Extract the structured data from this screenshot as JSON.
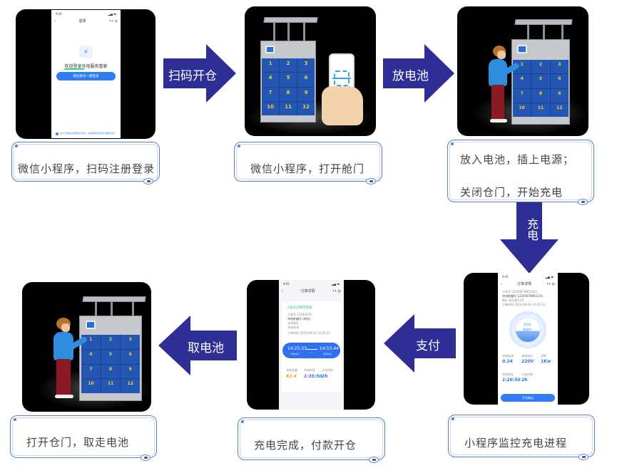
{
  "steps": [
    {
      "caption_lines": [
        "微信小程序，扫码注册登录"
      ],
      "screen": {
        "status_time": "9:41",
        "nav_title": "登录",
        "welcome_text": "欢迎登录充电服务管家",
        "login_button": "微信账号一键登录",
        "agreement_text": "本人已阅读并同意用户协议 《充电服务管家用户服务协议》"
      }
    },
    {
      "caption_lines": [
        "微信小程序，打开舱门"
      ],
      "cabinet_doors": [
        "1",
        "2",
        "3",
        "4",
        "5",
        "6",
        "7",
        "8",
        "9",
        "10",
        "11",
        "12"
      ]
    },
    {
      "caption_lines": [
        "放入电池，插上电源；",
        "关闭仓门，开始充电"
      ],
      "cabinet_doors": [
        "1",
        "2",
        "3",
        "4",
        "5",
        "6",
        "7",
        "8",
        "9",
        "10",
        "11",
        "12"
      ]
    },
    {
      "caption_lines": [
        "小程序监控充电进程"
      ],
      "screen": {
        "status_time": "9:41",
        "nav_title": "订单详情",
        "info_lines": [
          "订单号 12345678901234",
          "充电桩编号 12345678901234",
          "地址 欢乐颂21号",
          "订单时间 2022-08-24 14:25:33"
        ],
        "gauge_line1": "2号仓",
        "gauge_line2": "充电中",
        "stats": [
          {
            "label": "充电电流",
            "value": "0.24"
          },
          {
            "label": "充电电压",
            "value": "220V"
          },
          {
            "label": "功率",
            "value": "1Kw"
          },
          {
            "label": "充电时长",
            "value": "1:26:50"
          },
          {
            "label": "占仓时间",
            "value": "2h"
          }
        ],
        "action_button": "开仓取出"
      }
    },
    {
      "caption_lines": [
        "充电完成，付款开仓"
      ],
      "screen": {
        "status_time": "9:41",
        "nav_title": "订单详情",
        "status_title": "1号仓订单已完成",
        "info_lines": [
          "订单号 12345678",
          "充电桩编号 (地址)",
          "充电电压",
          "充电电流",
          "订单时间 2022-08-24 14:25:33"
        ],
        "start_time": "14:25:33",
        "end_time": "14:55:44",
        "start_label": "开始时间",
        "end_label": "结束时间",
        "duration_tag": "30m",
        "stats": [
          {
            "label": "充电金额",
            "value": "¥2.4"
          },
          {
            "label": "充电时长",
            "value": "1:35:50"
          },
          {
            "label": "占仓时间",
            "value": "2h"
          }
        ]
      }
    },
    {
      "caption_lines": [
        "打开仓门，取走电池"
      ],
      "cabinet_doors": [
        "1",
        "2",
        "3",
        "4",
        "5",
        "6",
        "7",
        "8",
        "9",
        "10",
        "11",
        "12"
      ]
    }
  ],
  "arrows": [
    {
      "label": "扫码开仓",
      "direction": "right"
    },
    {
      "label": "放电池",
      "direction": "right"
    },
    {
      "label": "充电",
      "direction": "down"
    },
    {
      "label": "支付",
      "direction": "left"
    },
    {
      "label": "取电池",
      "direction": "left"
    }
  ],
  "colors": {
    "arrow_fill": "#2e2e96",
    "caption_border": "#5b7fc4",
    "door_blue": "#2456b4",
    "door_number": "#f2d13a",
    "app_blue": "#2f7cf6",
    "success_green": "#19b36b",
    "amount_orange": "#f0a020"
  }
}
